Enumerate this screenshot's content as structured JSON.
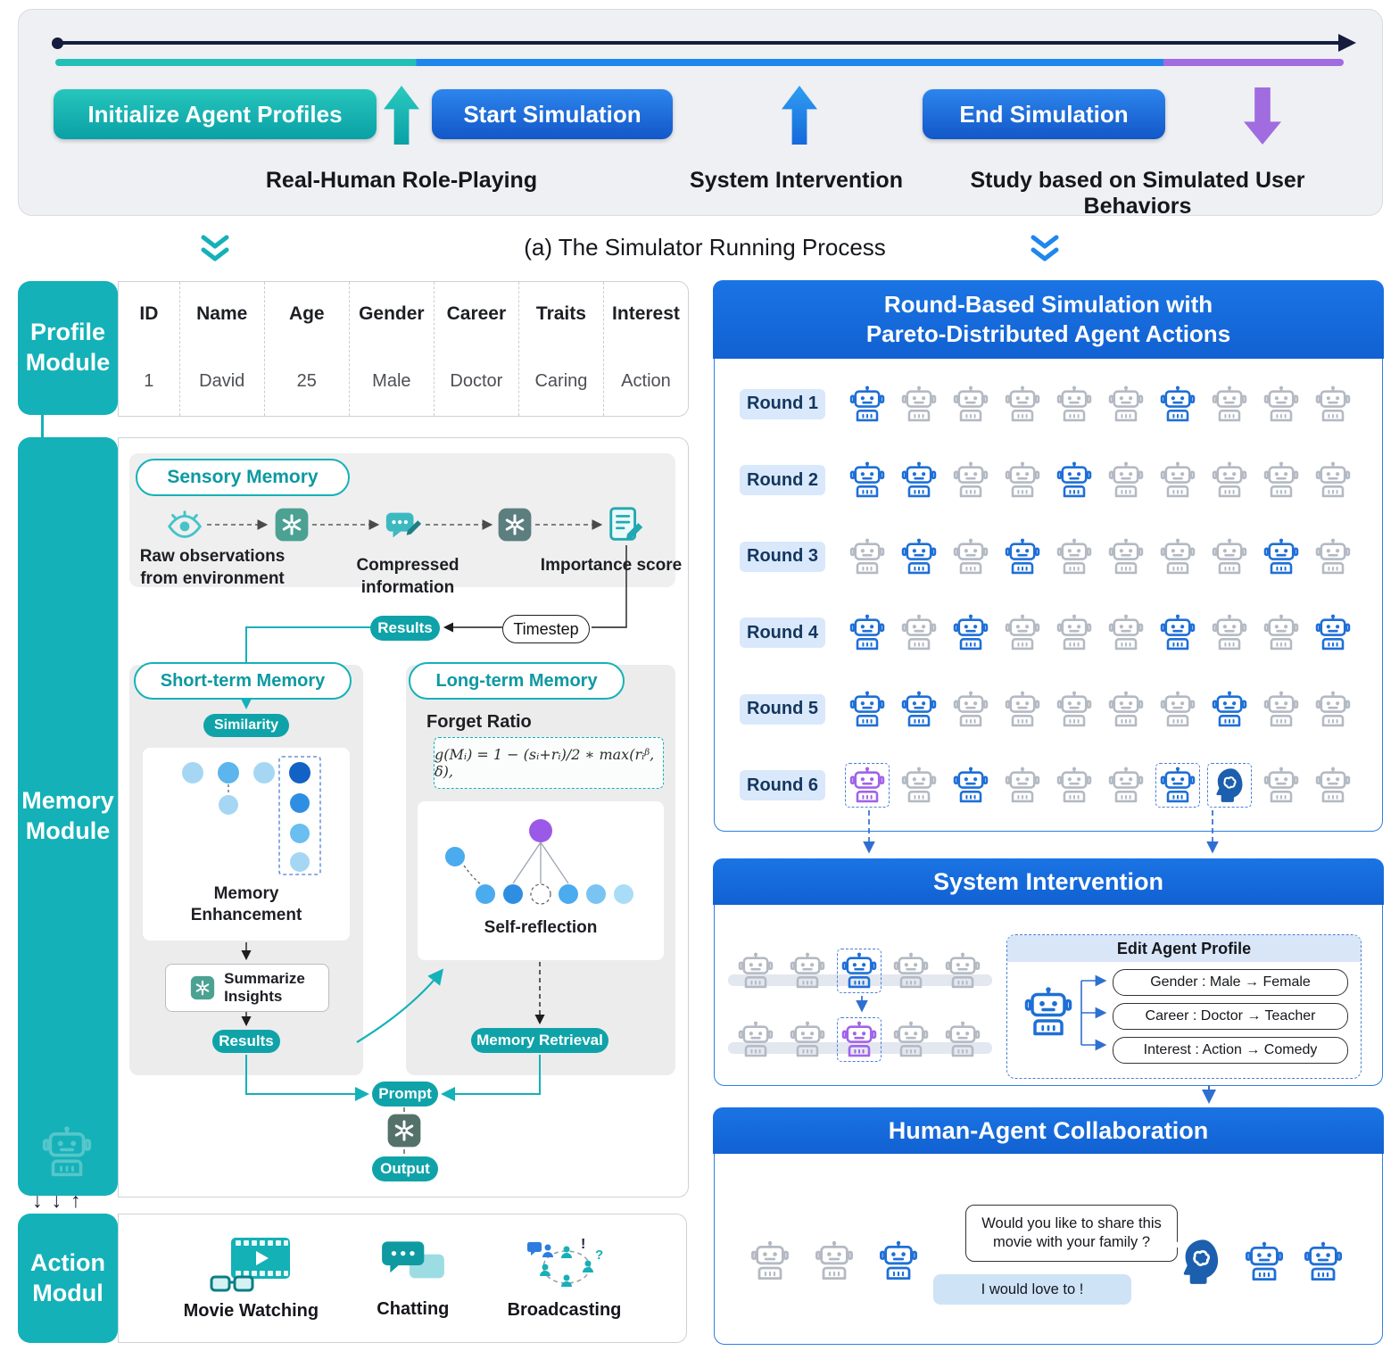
{
  "colors": {
    "teal": "#14b1b8",
    "blue": "#1f6fd6",
    "purple": "#a163e8",
    "navy": "#161c3d"
  },
  "process": {
    "init_button": "Initialize Agent Profiles",
    "start_button": "Start Simulation",
    "end_button": "End Simulation",
    "role_playing_label": "Real-Human Role-Playing",
    "intervention_label": "System Intervention",
    "study_label": "Study based on Simulated User Behaviors",
    "caption": "(a) The Simulator Running Process"
  },
  "profile_module": {
    "title_line1": "Profile",
    "title_line2": "Module",
    "headers": [
      "ID",
      "Name",
      "Age",
      "Gender",
      "Career",
      "Traits",
      "Interest"
    ],
    "row": [
      "1",
      "David",
      "25",
      "Male",
      "Doctor",
      "Caring",
      "Action"
    ]
  },
  "memory_module": {
    "title_line1": "Memory",
    "title_line2": "Module",
    "sensory_title": "Sensory Memory",
    "raw_obs_label": "Raw observations\nfrom environment",
    "compressed_label": "Compressed information",
    "importance_label": "Importance score",
    "results_label": "Results",
    "timestep_label": "Timestep",
    "short_term_title": "Short-term Memory",
    "similarity_label": "Similarity",
    "enhancement_label": "Memory\nEnhancement",
    "summarize_label": "Summarize\nInsights",
    "short_results_label": "Results",
    "long_term_title": "Long-term Memory",
    "forget_ratio_label": "Forget Ratio",
    "forget_formula": "g(Mᵢ) = 1 − (sᵢ+rᵢ)/2 ∗ max(rᵢᵝ, δ),",
    "self_reflection_label": "Self-reflection",
    "retrieval_label": "Memory Retrieval",
    "prompt_label": "Prompt",
    "output_label": "Output"
  },
  "action_module": {
    "title_line1": "Action",
    "title_line2": "Modul",
    "items": [
      {
        "label": "Movie Watching"
      },
      {
        "label": "Chatting"
      },
      {
        "label": "Broadcasting"
      }
    ]
  },
  "rounds_panel": {
    "title_line1": "Round-Based Simulation with",
    "title_line2": "Pareto-Distributed Agent Actions",
    "rounds": [
      {
        "label": "Round 1",
        "agents": [
          "active",
          "inactive",
          "inactive",
          "inactive",
          "inactive",
          "inactive",
          "active",
          "inactive",
          "inactive",
          "inactive"
        ]
      },
      {
        "label": "Round 2",
        "agents": [
          "active",
          "active",
          "inactive",
          "inactive",
          "active",
          "inactive",
          "inactive",
          "inactive",
          "inactive",
          "inactive"
        ]
      },
      {
        "label": "Round 3",
        "agents": [
          "inactive",
          "active",
          "inactive",
          "active",
          "inactive",
          "inactive",
          "inactive",
          "inactive",
          "active",
          "inactive"
        ]
      },
      {
        "label": "Round 4",
        "agents": [
          "active",
          "inactive",
          "active",
          "inactive",
          "inactive",
          "inactive",
          "active",
          "inactive",
          "inactive",
          "active"
        ]
      },
      {
        "label": "Round 5",
        "agents": [
          "active",
          "active",
          "inactive",
          "inactive",
          "inactive",
          "inactive",
          "inactive",
          "active",
          "inactive",
          "inactive"
        ]
      },
      {
        "label": "Round 6",
        "agents": [
          "purple-boxed",
          "inactive",
          "active",
          "inactive",
          "inactive",
          "inactive",
          "active-boxed",
          "brain-boxed",
          "inactive",
          "inactive"
        ]
      }
    ]
  },
  "intervention_panel": {
    "title": "System Intervention",
    "grid": [
      [
        "inactive",
        "inactive",
        "active-boxed",
        "inactive",
        "inactive"
      ],
      [
        "inactive",
        "inactive",
        "purple-boxed",
        "inactive",
        "inactive"
      ]
    ],
    "edit_title": "Edit Agent Profile",
    "edits": [
      "Gender : Male → Female",
      "Career : Doctor → Teacher",
      "Interest : Action → Comedy"
    ]
  },
  "collab_panel": {
    "title": "Human-Agent Collaboration",
    "left_agents": [
      "inactive",
      "inactive",
      "active"
    ],
    "right_agents": [
      "brain",
      "active",
      "active"
    ],
    "question": "Would you like to share this movie with your family ?",
    "answer": "I would love to !"
  }
}
